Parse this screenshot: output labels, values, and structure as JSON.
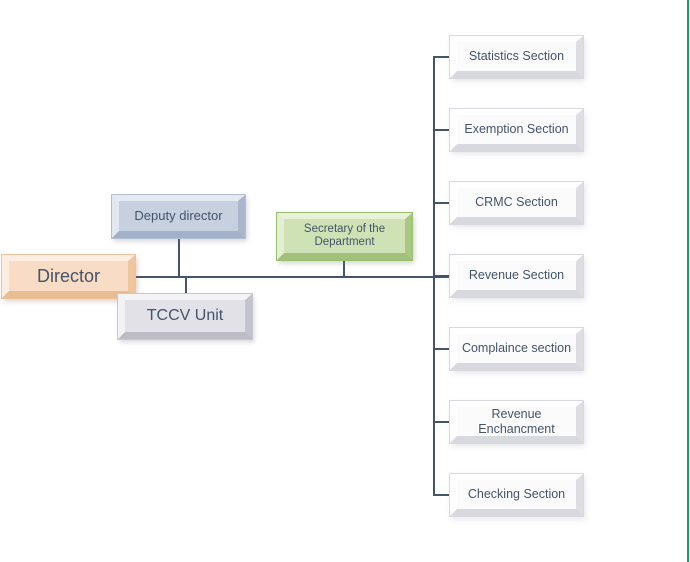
{
  "org_chart": {
    "nodes": {
      "director": {
        "label": "Director",
        "fill": "#f8dcc5"
      },
      "deputy_director": {
        "label": "Deputy director",
        "fill": "#c6d0df"
      },
      "tccv_unit": {
        "label": "TCCV Unit",
        "fill": "#e1e1e7"
      },
      "secretary": {
        "label": "Secretary of the Department",
        "fill": "#cfe2b5"
      }
    },
    "sections": [
      {
        "label": "Statistics Section"
      },
      {
        "label": "Exemption Section"
      },
      {
        "label": "CRMC Section"
      },
      {
        "label": "Revenue Section"
      },
      {
        "label": "Complaince section"
      },
      {
        "label": "Revenue Enchancment"
      },
      {
        "label": "Checking Section"
      }
    ],
    "colors": {
      "connector": "#44546A",
      "text": "#44546A",
      "section_fill": "#fbfbfc",
      "page_border_right": "#12A358"
    }
  }
}
